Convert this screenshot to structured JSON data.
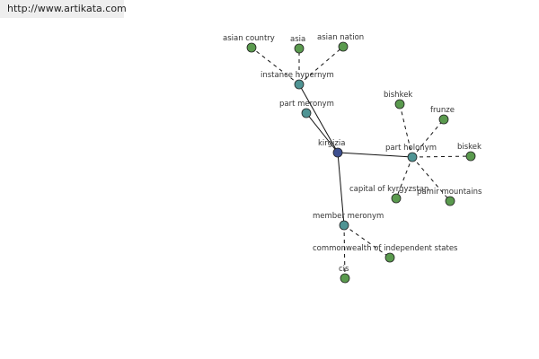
{
  "site": {
    "url": "http://www.artikata.com"
  },
  "colors": {
    "center": "#3d4f8f",
    "relation": "#4f9494",
    "leaf": "#5a9a4e"
  },
  "graph": {
    "nodes": [
      {
        "id": "kirgizia",
        "label": "kirgizia",
        "kind": "center"
      },
      {
        "id": "instance-hypernym",
        "label": "instance hypernym",
        "kind": "relation"
      },
      {
        "id": "part-meronym",
        "label": "part meronym",
        "kind": "relation"
      },
      {
        "id": "part-holonym",
        "label": "part holonym",
        "kind": "relation"
      },
      {
        "id": "member-meronym",
        "label": "member meronym",
        "kind": "relation"
      },
      {
        "id": "asian-country",
        "label": "asian country",
        "kind": "leaf"
      },
      {
        "id": "asia",
        "label": "asia",
        "kind": "leaf"
      },
      {
        "id": "asian-nation",
        "label": "asian nation",
        "kind": "leaf"
      },
      {
        "id": "bishkek",
        "label": "bishkek",
        "kind": "leaf"
      },
      {
        "id": "frunze",
        "label": "frunze",
        "kind": "leaf"
      },
      {
        "id": "biskek",
        "label": "biskek",
        "kind": "leaf"
      },
      {
        "id": "capital-of-kyrgyzstan",
        "label": "capital of kyrgyzstan",
        "kind": "leaf"
      },
      {
        "id": "pamir-mountains",
        "label": "pamir mountains",
        "kind": "leaf"
      },
      {
        "id": "commonwealth-of-independent-states",
        "label": "commonwealth of independent states",
        "kind": "leaf"
      },
      {
        "id": "cis",
        "label": "cis",
        "kind": "leaf"
      }
    ],
    "edges": [
      {
        "from": "kirgizia",
        "to": "instance-hypernym",
        "style": "solid"
      },
      {
        "from": "kirgizia",
        "to": "part-meronym",
        "style": "solid"
      },
      {
        "from": "kirgizia",
        "to": "part-holonym",
        "style": "solid"
      },
      {
        "from": "kirgizia",
        "to": "member-meronym",
        "style": "solid"
      },
      {
        "from": "instance-hypernym",
        "to": "asian-country",
        "style": "dashed"
      },
      {
        "from": "instance-hypernym",
        "to": "asia",
        "style": "dashed"
      },
      {
        "from": "instance-hypernym",
        "to": "asian-nation",
        "style": "dashed"
      },
      {
        "from": "part-holonym",
        "to": "bishkek",
        "style": "dashed"
      },
      {
        "from": "part-holonym",
        "to": "frunze",
        "style": "dashed"
      },
      {
        "from": "part-holonym",
        "to": "biskek",
        "style": "dashed"
      },
      {
        "from": "part-holonym",
        "to": "capital-of-kyrgyzstan",
        "style": "dashed"
      },
      {
        "from": "part-holonym",
        "to": "pamir-mountains",
        "style": "dashed"
      },
      {
        "from": "member-meronym",
        "to": "commonwealth-of-independent-states",
        "style": "dashed"
      },
      {
        "from": "member-meronym",
        "to": "cis",
        "style": "dashed"
      }
    ]
  }
}
